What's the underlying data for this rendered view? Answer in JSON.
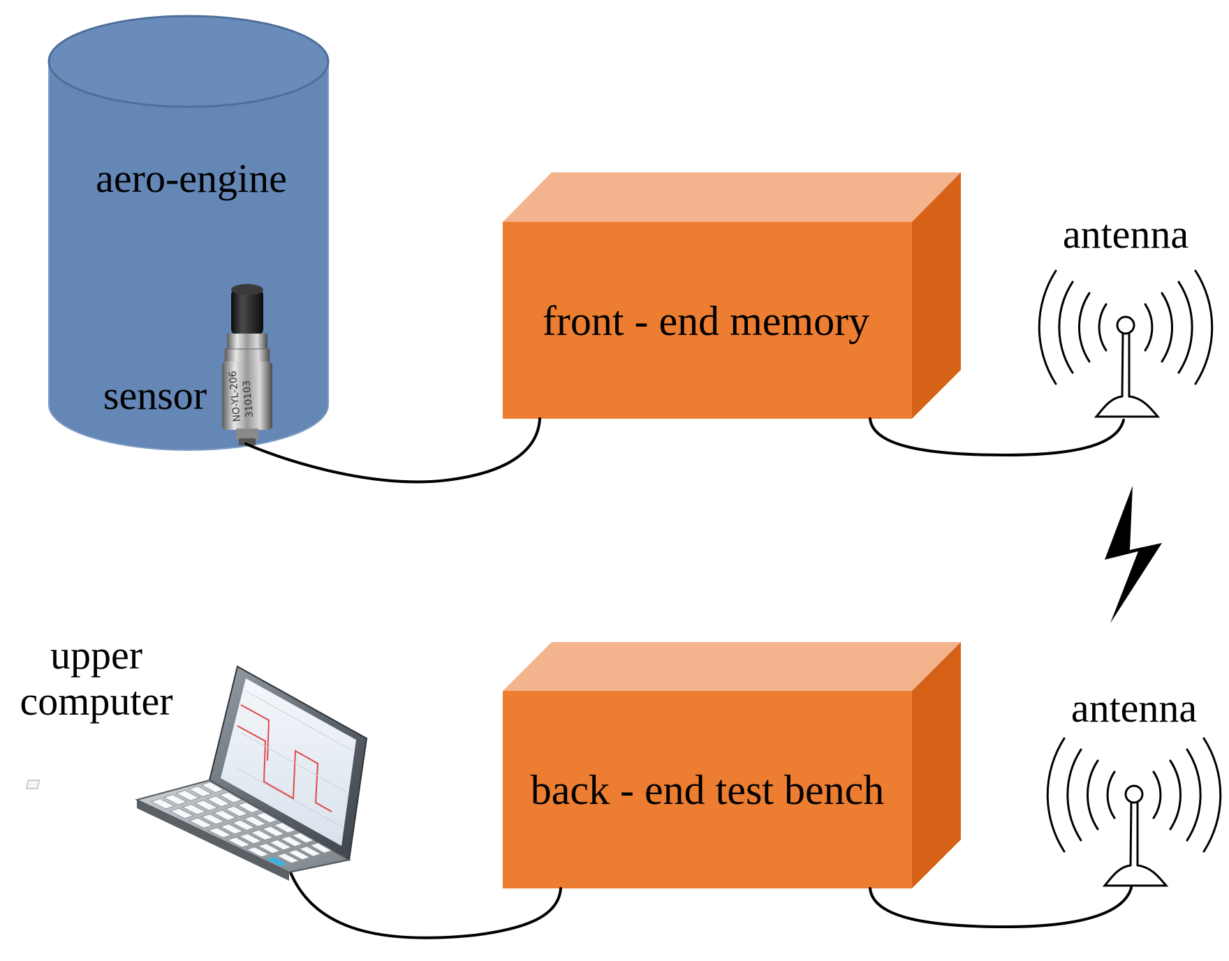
{
  "labels": {
    "aero_engine": "aero-engine",
    "sensor": "sensor",
    "front_end_memory": "front - end memory",
    "back_end_test_bench": "back - end test bench",
    "antenna_top": "antenna",
    "antenna_bottom": "antenna",
    "upper_computer_line1": "upper",
    "upper_computer_line2": "computer"
  },
  "sensor_marking": {
    "line1": "NO-YL-206",
    "line2": "310103"
  },
  "icons": {
    "engine": "cylinder-icon",
    "sensor": "pressure-sensor-icon",
    "antenna": "radio-antenna-icon",
    "wireless": "lightning-bolt-icon",
    "computer": "laptop-icon"
  },
  "colors": {
    "engine_fill": "#6487B6",
    "engine_top": "#6A8CBB",
    "box_front": "#ED7D31",
    "box_top": "#F3B38D",
    "box_side": "#D56216",
    "line": "#000000"
  }
}
